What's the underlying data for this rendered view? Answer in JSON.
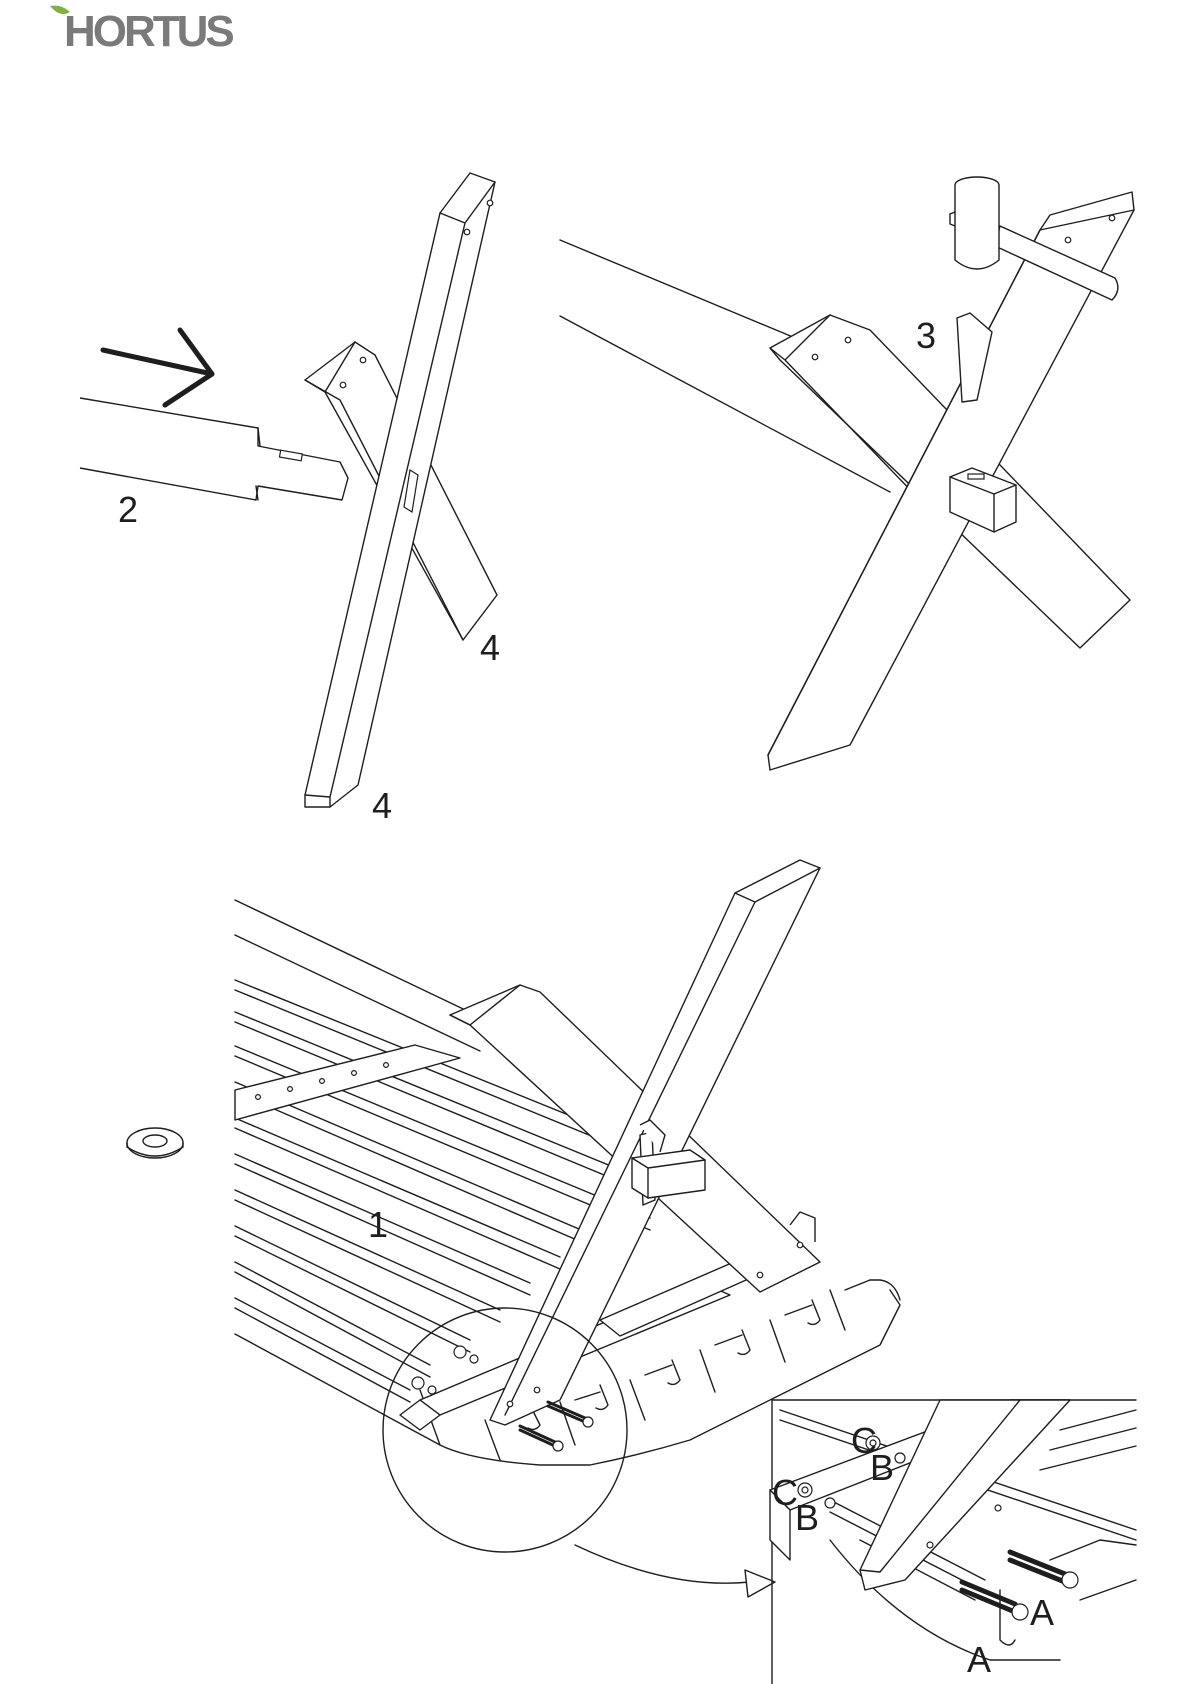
{
  "brand": {
    "name": "HORTUS",
    "leaf_color": "#7fb241",
    "text_color": "#7a7a7a"
  },
  "callouts": {
    "part_2": "2",
    "part_4_upper": "4",
    "part_4_lower": "4",
    "part_3": "3",
    "part_1": "1",
    "c_left": "C",
    "b_left": "B",
    "c_right": "C",
    "b_right": "B",
    "a_left": "A",
    "a_right": "A"
  },
  "icons": {
    "arrow": "direction-arrow-icon",
    "hammer": "mallet-icon",
    "washer": "washer-icon"
  },
  "line_color": "#1e1e1e"
}
